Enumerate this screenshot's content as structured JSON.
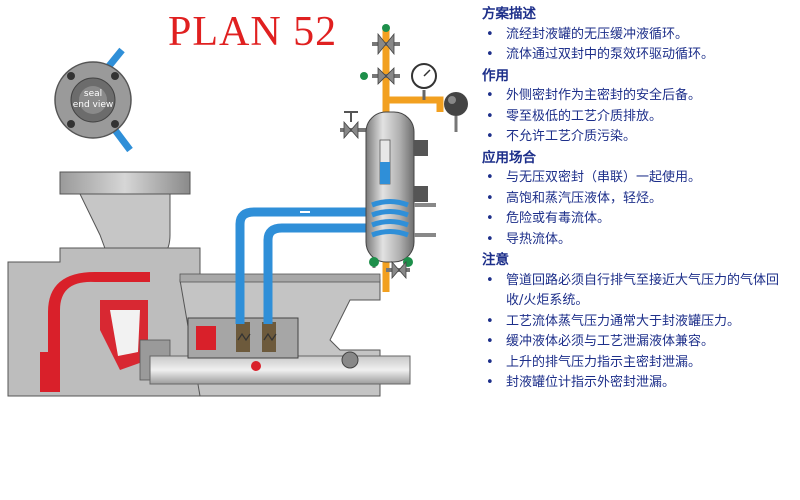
{
  "title": "PLAN 52",
  "seal_view": {
    "line1": "seal",
    "line2": "end view"
  },
  "sections": [
    {
      "heading": "方案描述",
      "items": [
        "流经封液罐的无压缓冲液循环。",
        "流体通过双封中的泵效环驱动循环。"
      ]
    },
    {
      "heading": "作用",
      "items": [
        "外侧密封作为主密封的安全后备。",
        "零至极低的工艺介质排放。",
        "不允许工艺介质污染。"
      ]
    },
    {
      "heading": "应用场合",
      "items": [
        "与无压双密封（串联）一起使用。",
        "高饱和蒸汽压液体，轻烃。",
        "危险或有毒流体。",
        "导热流体。"
      ]
    },
    {
      "heading": "注意",
      "items": [
        "管道回路必须自行排气至接近大气压力的气体回收/火炬系统。",
        "工艺流体蒸气压力通常大于封液罐压力。",
        "缓冲液体必须与工艺泄漏液体兼容。",
        "上升的排气压力指示主密封泄漏。",
        "封液罐位计指示外密封泄漏。"
      ]
    }
  ],
  "colors": {
    "title": "#e02020",
    "text": "#1d2f8a",
    "process_fluid": "#d9202a",
    "buffer_fluid": "#2f8fd8",
    "vent_line": "#f2a020",
    "metal": "#b8b8b8",
    "valve_green": "#1d8f4a"
  }
}
